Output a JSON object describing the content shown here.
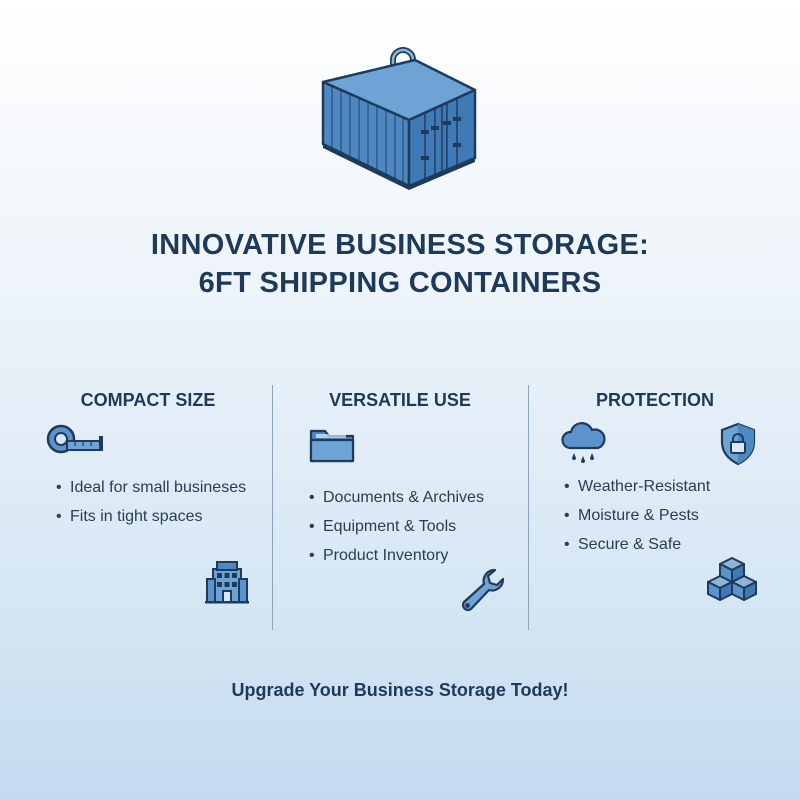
{
  "title": {
    "line1": "INNOVATIVE BUSINESS STORAGE:",
    "line2": "6FT SHIPPING CONTAINERS"
  },
  "columns": [
    {
      "title": "COMPACT SIZE",
      "items": [
        "Ideal for small busineses",
        "Fits in tight spaces"
      ],
      "icons": [
        "tape-measure-icon",
        "office-building-icon"
      ]
    },
    {
      "title": "VERSATILE USE",
      "items": [
        "Documents & Archives",
        "Equipment & Tools",
        "Product Inventory"
      ],
      "icons": [
        "folder-icon",
        "wrench-icon"
      ]
    },
    {
      "title": "PROTECTION",
      "items": [
        "Weather-Resistant",
        "Moisture & Pests",
        "Secure & Safe"
      ],
      "icons": [
        "rain-cloud-icon",
        "shield-lock-icon",
        "boxes-icon"
      ]
    }
  ],
  "cta": "Upgrade Your Business Storage Today!",
  "colors": {
    "accent": "#4a86c5",
    "outline": "#1e3b5c",
    "text": "#1d3a5b"
  }
}
